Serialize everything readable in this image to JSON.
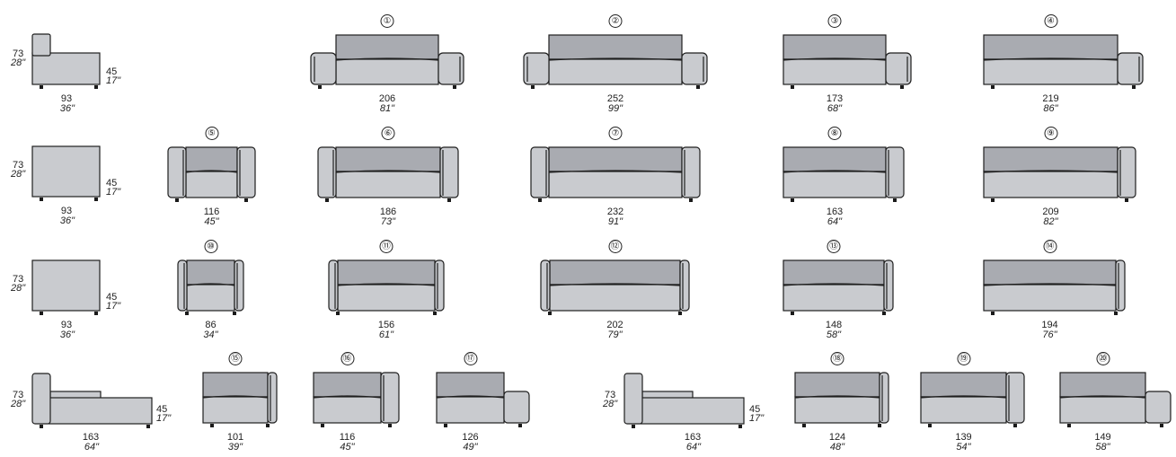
{
  "colors": {
    "back": "#a9abb1",
    "body": "#c9cbcf",
    "line": "#1f1f1f",
    "feet": "#1a1a1a"
  },
  "views": {
    "side_standard": {
      "height_cm": "73",
      "height_in": "28\"",
      "seat_cm": "45",
      "seat_in": "17\"",
      "depth_cm": "93",
      "depth_in": "36\""
    },
    "side_chaise": {
      "height_cm": "73",
      "height_in": "28\"",
      "seat_cm": "45",
      "seat_in": "17\"",
      "depth_cm": "163",
      "depth_in": "64\""
    }
  },
  "modules": [
    {
      "number": "①",
      "width_cm": "206",
      "width_in": "81\"",
      "arms": "both-roll"
    },
    {
      "number": "②",
      "width_cm": "252",
      "width_in": "99\"",
      "arms": "both-roll"
    },
    {
      "number": "③",
      "width_cm": "173",
      "width_in": "68\"",
      "arms": "right-roll"
    },
    {
      "number": "④",
      "width_cm": "219",
      "width_in": "86\"",
      "arms": "right-roll"
    },
    {
      "number": "⑤",
      "width_cm": "116",
      "width_in": "45\"",
      "arms": "both-slim"
    },
    {
      "number": "⑥",
      "width_cm": "186",
      "width_in": "73\"",
      "arms": "both-slim"
    },
    {
      "number": "⑦",
      "width_cm": "232",
      "width_in": "91\"",
      "arms": "both-slim"
    },
    {
      "number": "⑧",
      "width_cm": "163",
      "width_in": "64\"",
      "arms": "right-slim"
    },
    {
      "number": "⑨",
      "width_cm": "209",
      "width_in": "82\"",
      "arms": "right-slim"
    },
    {
      "number": "⑩",
      "width_cm": "86",
      "width_in": "34\"",
      "arms": "both-thin"
    },
    {
      "number": "⑪",
      "width_cm": "156",
      "width_in": "61\"",
      "arms": "both-thin"
    },
    {
      "number": "⑫",
      "width_cm": "202",
      "width_in": "79\"",
      "arms": "both-thin"
    },
    {
      "number": "⑬",
      "width_cm": "148",
      "width_in": "58\"",
      "arms": "right-thin"
    },
    {
      "number": "⑭",
      "width_cm": "194",
      "width_in": "76\"",
      "arms": "right-thin"
    },
    {
      "number": "⑮",
      "width_cm": "101",
      "width_in": "39\"",
      "arms": "right-thin"
    },
    {
      "number": "⑯",
      "width_cm": "116",
      "width_in": "45\"",
      "arms": "right-slim"
    },
    {
      "number": "⑰",
      "width_cm": "126",
      "width_in": "49\"",
      "arms": "right-low"
    },
    {
      "number": "⑱",
      "width_cm": "124",
      "width_in": "48\"",
      "arms": "right-thin"
    },
    {
      "number": "⑲",
      "width_cm": "139",
      "width_in": "54\"",
      "arms": "right-slim"
    },
    {
      "number": "⑳",
      "width_cm": "149",
      "width_in": "58\"",
      "arms": "right-low"
    }
  ]
}
